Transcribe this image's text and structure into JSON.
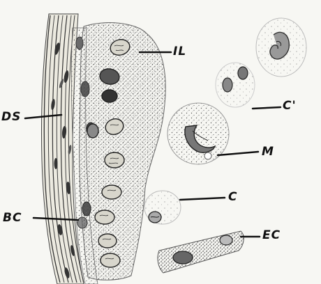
{
  "figure": {
    "labels": {
      "il": "IL",
      "ds": "DS",
      "c_prime": "C'",
      "m": "M",
      "c": "C",
      "bc": "BC",
      "ec": "EC"
    }
  }
}
